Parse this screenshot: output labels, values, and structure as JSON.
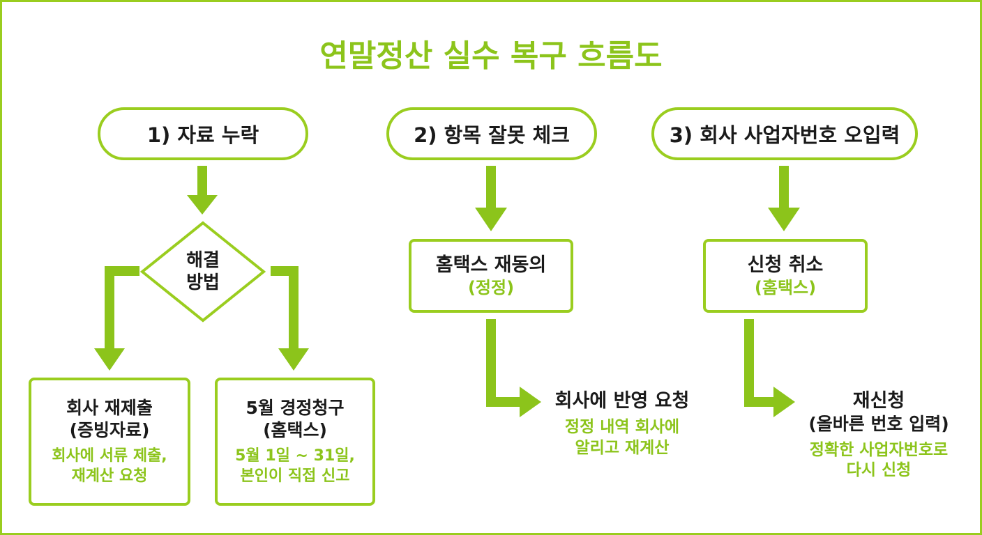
{
  "title": "연말정산 실수 복구 흐름도",
  "colors": {
    "accent": "#9acd1f",
    "accent_text": "#8cc41b",
    "text": "#1a1a1a"
  },
  "columns": [
    {
      "header": "1) 자료 누락",
      "decision": {
        "line1": "해결",
        "line2": "방법"
      },
      "options": [
        {
          "title": "회사 재제출",
          "subtitle": "(증빙자료)",
          "desc1": "회사에 서류 제출,",
          "desc2": "재계산 요청"
        },
        {
          "title": "5월 경정청구",
          "subtitle": "(홈택스)",
          "desc1": "5월 1일 ~ 31일,",
          "desc2": "본인이 직접 신고"
        }
      ]
    },
    {
      "header": "2) 항목 잘못 체크",
      "step": {
        "title": "홈택스 재동의",
        "subtitle": "(정정)"
      },
      "result": {
        "title": "회사에 반영 요청",
        "desc1": "정정 내역 회사에",
        "desc2": "알리고 재계산"
      }
    },
    {
      "header": "3) 회사 사업자번호 오입력",
      "step": {
        "title": "신청 취소",
        "subtitle": "(홈택스)"
      },
      "result": {
        "title": "재신청",
        "subtitle": "(올바른 번호 입력)",
        "desc1": "정확한 사업자번호로",
        "desc2": "다시 신청"
      }
    }
  ]
}
